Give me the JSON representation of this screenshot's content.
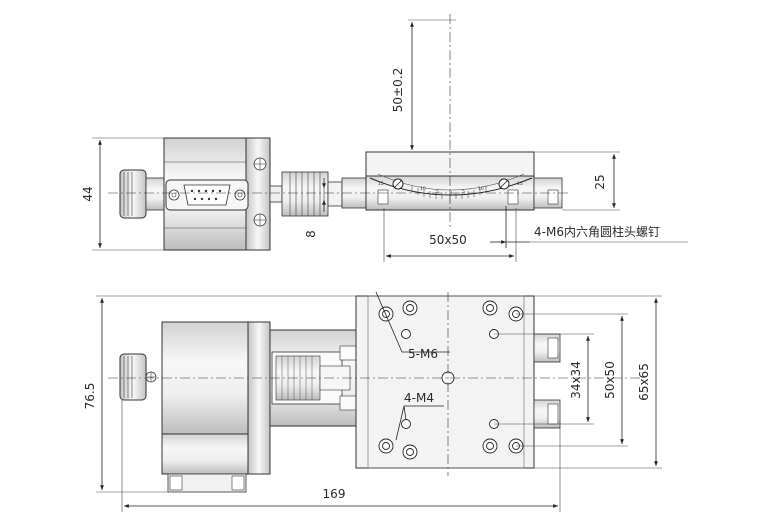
{
  "front_view": {
    "height_dim": "44",
    "travel_dim": "50±0.2",
    "table_height_dim": "25",
    "shaft_dim": "8",
    "table_dim": "50x50",
    "screw_note": "4-M6内六角圆柱头螺钉",
    "scale_labels": [
      "15",
      "10",
      "5",
      "0",
      "5",
      "10",
      "15"
    ]
  },
  "top_view": {
    "holes_m6_note": "5-M6",
    "holes_m4_note": "4-M4",
    "height_dim": "76.5",
    "length_dim": "169",
    "dim_34": "34x34",
    "dim_50": "50x50",
    "dim_65": "65x65"
  },
  "colors": {
    "line": "#222222",
    "body_light": "#f4f4f4",
    "body_shadow": "#b9b9b9"
  }
}
